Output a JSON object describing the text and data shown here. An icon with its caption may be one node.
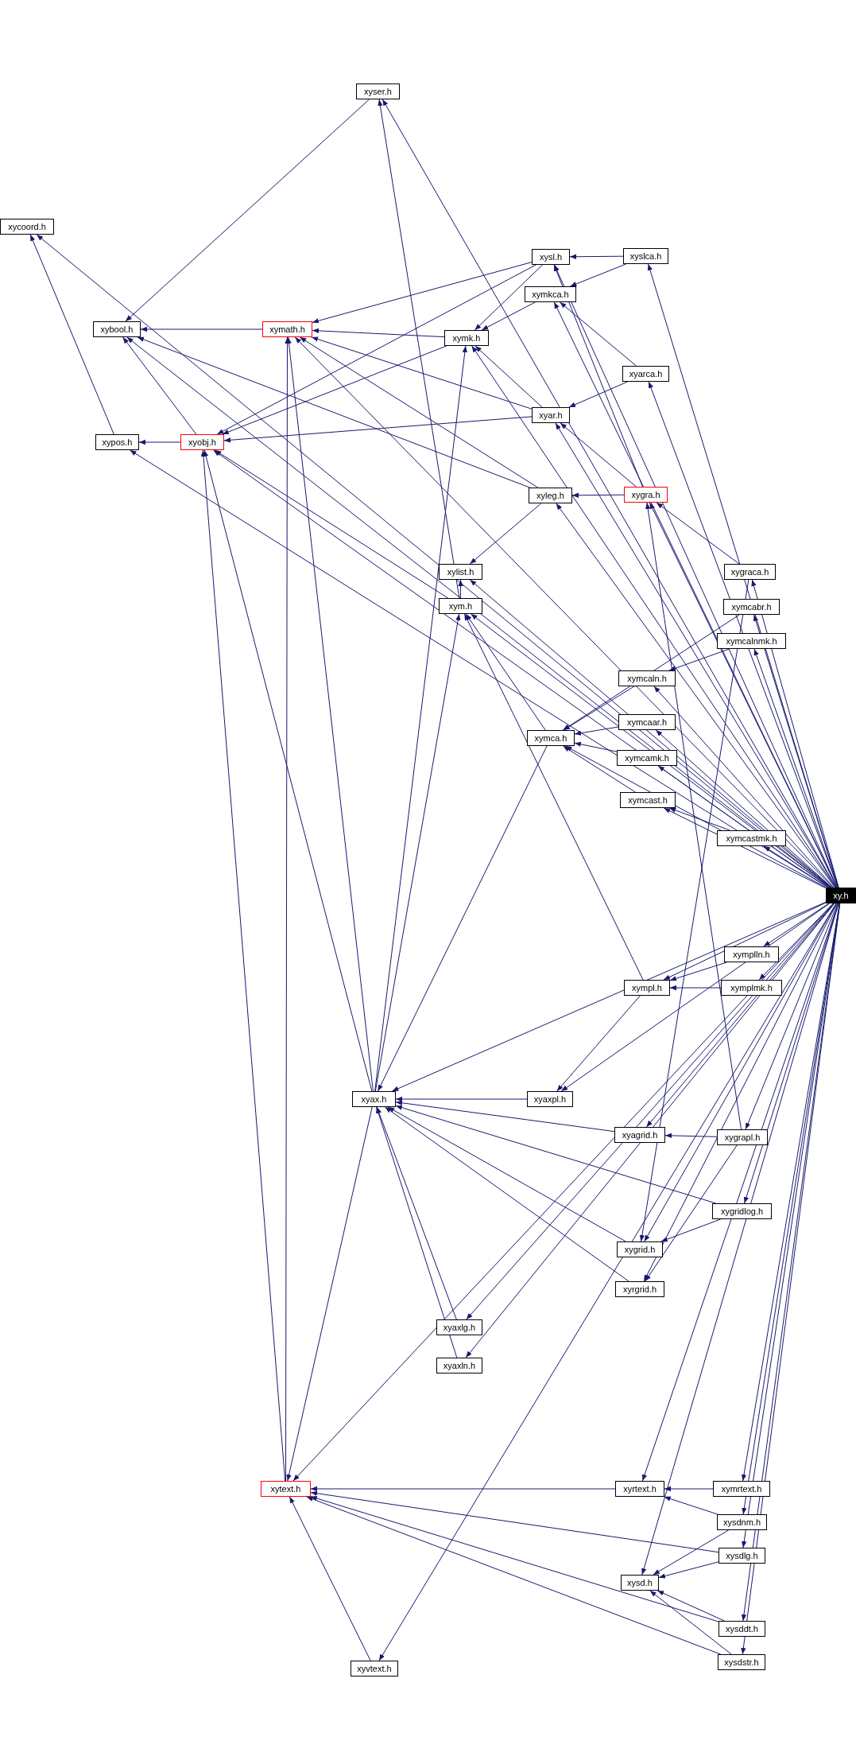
{
  "diagram": {
    "nodes": [
      {
        "text": [
          "xycoord.h"
        ]
      },
      {
        "text": [
          "xyser.h"
        ]
      },
      {
        "text": [
          "xybool.h"
        ]
      },
      {
        "text": [
          "xymath.h"
        ]
      },
      {
        "text": [
          "xysl.h"
        ]
      },
      {
        "text": [
          "xyslca.h"
        ]
      },
      {
        "text": [
          "xymkca.h"
        ]
      },
      {
        "text": [
          "xymk.h"
        ]
      },
      {
        "text": [
          "xyarca.h"
        ]
      },
      {
        "text": [
          "xyar.h"
        ]
      },
      {
        "text": [
          "xypos.h"
        ]
      },
      {
        "text": [
          "xyobj.h"
        ]
      },
      {
        "text": [
          "xyleg.h"
        ]
      },
      {
        "text": [
          "xygra.h"
        ]
      },
      {
        "text": [
          "xylist.h"
        ]
      },
      {
        "text": [
          "xygraca.h"
        ]
      },
      {
        "text": [
          "xym.h"
        ]
      },
      {
        "text": [
          "xymcabr.h"
        ]
      },
      {
        "text": [
          "xymcalnmk.h"
        ]
      },
      {
        "text": [
          "xymcaln.h"
        ]
      },
      {
        "text": [
          "xymcaar.h"
        ]
      },
      {
        "text": [
          "xymca.h"
        ]
      },
      {
        "text": [
          "xymcamk.h"
        ]
      },
      {
        "text": [
          "xymcast.h"
        ]
      },
      {
        "text": [
          "xymcastmk.h"
        ]
      },
      {
        "text": [
          "xy.h"
        ]
      },
      {
        "text": [
          "xymplln.h"
        ]
      },
      {
        "text": [
          "xympl.h"
        ]
      },
      {
        "text": [
          "xymplmk.h"
        ]
      },
      {
        "text": [
          "xyax.h"
        ]
      },
      {
        "text": [
          "xyaxpl.h"
        ]
      },
      {
        "text": [
          "xyagrid.h"
        ]
      },
      {
        "text": [
          "xygrapl.h"
        ]
      },
      {
        "text": [
          "xygridlog.h"
        ]
      },
      {
        "text": [
          "xygrid.h"
        ]
      },
      {
        "text": [
          "xyrgrid.h"
        ]
      },
      {
        "text": [
          "xyaxlg.h"
        ]
      },
      {
        "text": [
          "xyaxln.h"
        ]
      },
      {
        "text": [
          "xytext.h"
        ]
      },
      {
        "text": [
          "xyrtext.h"
        ]
      },
      {
        "text": [
          "xymrtext.h"
        ]
      },
      {
        "text": [
          "xysdnm.h"
        ]
      },
      {
        "text": [
          "xysdlg.h"
        ]
      },
      {
        "text": [
          "xysd.h"
        ]
      },
      {
        "text": [
          "xysddt.h"
        ]
      },
      {
        "text": [
          "xysdstr.h"
        ]
      },
      {
        "text": [
          "xyvtext.h"
        ]
      }
    ],
    "edges": [
      {
        "from": 25,
        "to": 0,
        "arrow": "to"
      },
      {
        "from": 25,
        "to": 1,
        "arrow": "to"
      },
      {
        "from": 25,
        "to": 2,
        "arrow": "to"
      },
      {
        "from": 25,
        "to": 3,
        "arrow": "to"
      },
      {
        "from": 25,
        "to": 4,
        "arrow": "to"
      },
      {
        "from": 25,
        "to": 5,
        "arrow": "to"
      },
      {
        "from": 25,
        "to": 6,
        "arrow": "to"
      },
      {
        "from": 25,
        "to": 7,
        "arrow": "to"
      },
      {
        "from": 25,
        "to": 8,
        "arrow": "to"
      },
      {
        "from": 25,
        "to": 9,
        "arrow": "to"
      },
      {
        "from": 25,
        "to": 10,
        "arrow": "to"
      },
      {
        "from": 25,
        "to": 11,
        "arrow": "to"
      },
      {
        "from": 25,
        "to": 12,
        "arrow": "to"
      },
      {
        "from": 25,
        "to": 13,
        "arrow": "to"
      },
      {
        "from": 25,
        "to": 14,
        "arrow": "to"
      },
      {
        "from": 25,
        "to": 15,
        "arrow": "to"
      },
      {
        "from": 25,
        "to": 16,
        "arrow": "to"
      },
      {
        "from": 25,
        "to": 17,
        "arrow": "to"
      },
      {
        "from": 25,
        "to": 18,
        "arrow": "to"
      },
      {
        "from": 25,
        "to": 19,
        "arrow": "to"
      },
      {
        "from": 25,
        "to": 20,
        "arrow": "to"
      },
      {
        "from": 25,
        "to": 21,
        "arrow": "to"
      },
      {
        "from": 25,
        "to": 22,
        "arrow": "to"
      },
      {
        "from": 25,
        "to": 23,
        "arrow": "to"
      },
      {
        "from": 25,
        "to": 24,
        "arrow": "to"
      },
      {
        "from": 25,
        "to": 26,
        "arrow": "to"
      },
      {
        "from": 25,
        "to": 27,
        "arrow": "to"
      },
      {
        "from": 25,
        "to": 28,
        "arrow": "to"
      },
      {
        "from": 25,
        "to": 29,
        "arrow": "to"
      },
      {
        "from": 25,
        "to": 30,
        "arrow": "to"
      },
      {
        "from": 25,
        "to": 31,
        "arrow": "to"
      },
      {
        "from": 25,
        "to": 32,
        "arrow": "to"
      },
      {
        "from": 25,
        "to": 33,
        "arrow": "to"
      },
      {
        "from": 25,
        "to": 34,
        "arrow": "to"
      },
      {
        "from": 25,
        "to": 35,
        "arrow": "to"
      },
      {
        "from": 25,
        "to": 36,
        "arrow": "to"
      },
      {
        "from": 25,
        "to": 37,
        "arrow": "to"
      },
      {
        "from": 25,
        "to": 38,
        "arrow": "to"
      },
      {
        "from": 25,
        "to": 39,
        "arrow": "to"
      },
      {
        "from": 25,
        "to": 40,
        "arrow": "to"
      },
      {
        "from": 25,
        "to": 41,
        "arrow": "to"
      },
      {
        "from": 25,
        "to": 42,
        "arrow": "to"
      },
      {
        "from": 25,
        "to": 43,
        "arrow": "to"
      },
      {
        "from": 25,
        "to": 44,
        "arrow": "to"
      },
      {
        "from": 25,
        "to": 45,
        "arrow": "to"
      },
      {
        "from": 25,
        "to": 46,
        "arrow": "to"
      },
      {
        "from": 10,
        "to": 0,
        "arrow": "to"
      },
      {
        "from": 11,
        "to": 10,
        "arrow": "to"
      },
      {
        "from": 11,
        "to": 2,
        "arrow": "to"
      },
      {
        "from": 3,
        "to": 2,
        "arrow": "to"
      },
      {
        "from": 1,
        "to": 2,
        "arrow": "to"
      },
      {
        "from": 16,
        "to": 1,
        "arrow": "to"
      },
      {
        "from": 4,
        "to": 3,
        "arrow": "to"
      },
      {
        "from": 4,
        "to": 11,
        "arrow": "to"
      },
      {
        "from": 4,
        "to": 7,
        "arrow": "to"
      },
      {
        "from": 5,
        "to": 4,
        "arrow": "to"
      },
      {
        "from": 5,
        "to": 6,
        "arrow": "to"
      },
      {
        "from": 6,
        "to": 7,
        "arrow": "to"
      },
      {
        "from": 7,
        "to": 3,
        "arrow": "to"
      },
      {
        "from": 7,
        "to": 11,
        "arrow": "to"
      },
      {
        "from": 8,
        "to": 9,
        "arrow": "to"
      },
      {
        "from": 8,
        "to": 6,
        "arrow": "to"
      },
      {
        "from": 9,
        "to": 3,
        "arrow": "to"
      },
      {
        "from": 9,
        "to": 11,
        "arrow": "to"
      },
      {
        "from": 9,
        "to": 7,
        "arrow": "to"
      },
      {
        "from": 13,
        "to": 12,
        "arrow": "to"
      },
      {
        "from": 13,
        "to": 9,
        "arrow": "to"
      },
      {
        "from": 13,
        "to": 4,
        "arrow": "to"
      },
      {
        "from": 12,
        "to": 2,
        "arrow": "to"
      },
      {
        "from": 12,
        "to": 3,
        "arrow": "to"
      },
      {
        "from": 12,
        "to": 14,
        "arrow": "to"
      },
      {
        "from": 16,
        "to": 11,
        "arrow": "to"
      },
      {
        "from": 16,
        "to": 14,
        "arrow": "to"
      },
      {
        "from": 15,
        "to": 13,
        "arrow": "to"
      },
      {
        "from": 15,
        "to": 34,
        "arrow": "to"
      },
      {
        "from": 32,
        "to": 13,
        "arrow": "to"
      },
      {
        "from": 32,
        "to": 31,
        "arrow": "to"
      },
      {
        "from": 32,
        "to": 35,
        "arrow": "to"
      },
      {
        "from": 17,
        "to": 21,
        "arrow": "to"
      },
      {
        "from": 18,
        "to": 19,
        "arrow": "to"
      },
      {
        "from": 19,
        "to": 21,
        "arrow": "to"
      },
      {
        "from": 20,
        "to": 21,
        "arrow": "to"
      },
      {
        "from": 22,
        "to": 21,
        "arrow": "to"
      },
      {
        "from": 23,
        "to": 21,
        "arrow": "to"
      },
      {
        "from": 24,
        "to": 23,
        "arrow": "to"
      },
      {
        "from": 21,
        "to": 16,
        "arrow": "to"
      },
      {
        "from": 21,
        "to": 29,
        "arrow": "to"
      },
      {
        "from": 26,
        "to": 27,
        "arrow": "to"
      },
      {
        "from": 28,
        "to": 27,
        "arrow": "to"
      },
      {
        "from": 27,
        "to": 16,
        "arrow": "to"
      },
      {
        "from": 27,
        "to": 30,
        "arrow": "to"
      },
      {
        "from": 30,
        "to": 29,
        "arrow": "to"
      },
      {
        "from": 31,
        "to": 29,
        "arrow": "to"
      },
      {
        "from": 33,
        "to": 29,
        "arrow": "to"
      },
      {
        "from": 33,
        "to": 34,
        "arrow": "to"
      },
      {
        "from": 34,
        "to": 29,
        "arrow": "to"
      },
      {
        "from": 35,
        "to": 29,
        "arrow": "to"
      },
      {
        "from": 36,
        "to": 29,
        "arrow": "to"
      },
      {
        "from": 37,
        "to": 29,
        "arrow": "to"
      },
      {
        "from": 29,
        "to": 3,
        "arrow": "to"
      },
      {
        "from": 29,
        "to": 11,
        "arrow": "to"
      },
      {
        "from": 29,
        "to": 16,
        "arrow": "to"
      },
      {
        "from": 29,
        "to": 7,
        "arrow": "to"
      },
      {
        "from": 29,
        "to": 38,
        "arrow": "to"
      },
      {
        "from": 38,
        "to": 11,
        "arrow": "to"
      },
      {
        "from": 38,
        "to": 3,
        "arrow": "to"
      },
      {
        "from": 39,
        "to": 38,
        "arrow": "to"
      },
      {
        "from": 40,
        "to": 39,
        "arrow": "to"
      },
      {
        "from": 41,
        "to": 39,
        "arrow": "to"
      },
      {
        "from": 41,
        "to": 43,
        "arrow": "to"
      },
      {
        "from": 42,
        "to": 43,
        "arrow": "to"
      },
      {
        "from": 42,
        "to": 38,
        "arrow": "to"
      },
      {
        "from": 44,
        "to": 43,
        "arrow": "to"
      },
      {
        "from": 44,
        "to": 38,
        "arrow": "to"
      },
      {
        "from": 45,
        "to": 43,
        "arrow": "to"
      },
      {
        "from": 45,
        "to": 38,
        "arrow": "to"
      },
      {
        "from": 46,
        "to": 38,
        "arrow": "to"
      }
    ]
  }
}
